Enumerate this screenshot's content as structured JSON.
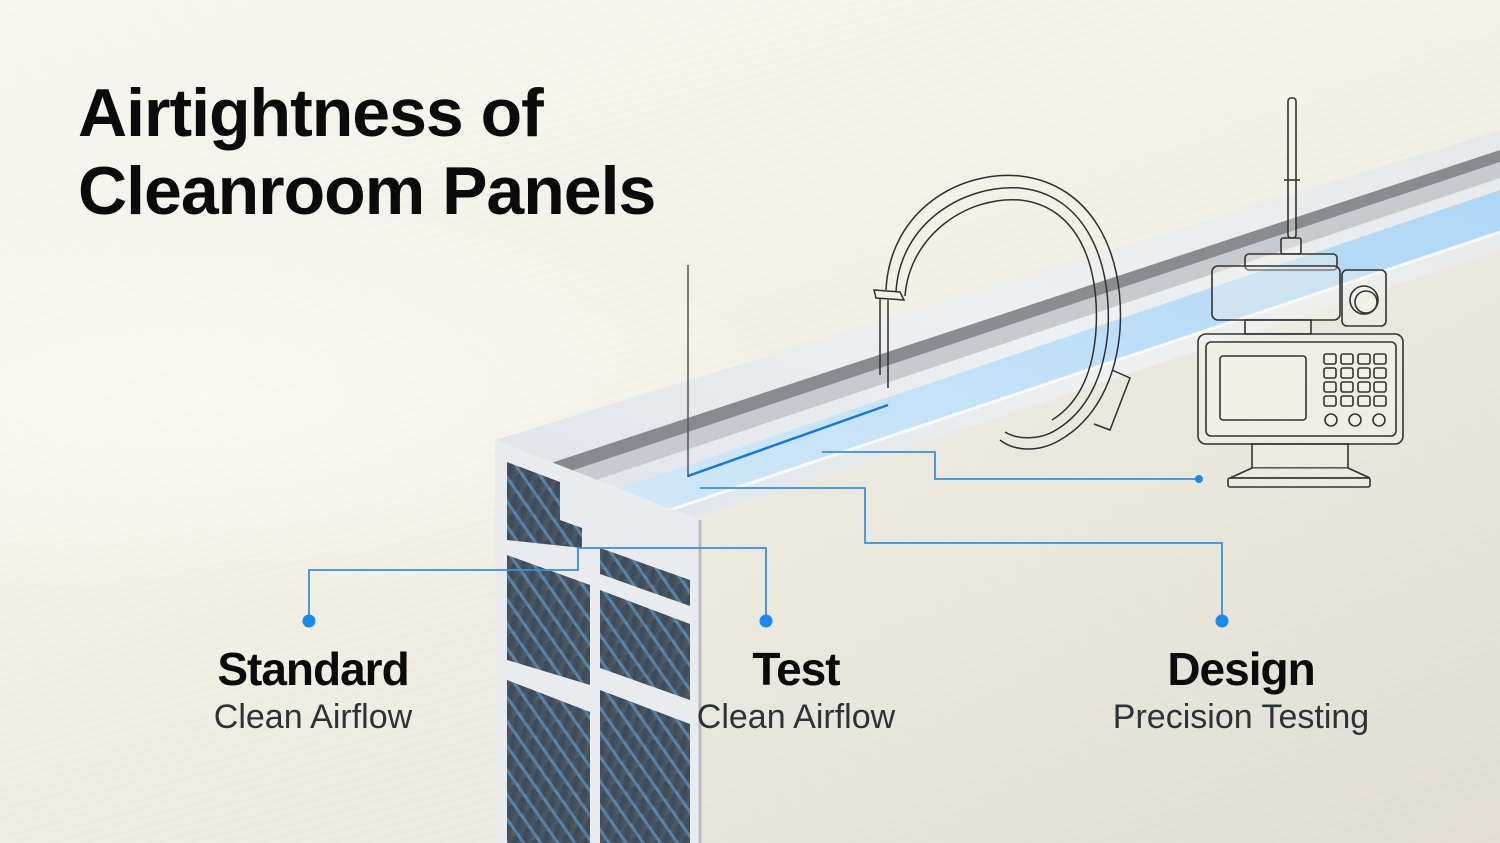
{
  "title": {
    "line1": "Airtightness of",
    "line2": "Cleanroom Panels"
  },
  "callouts": [
    {
      "label": "Standard",
      "sub": "Clean Airflow"
    },
    {
      "label": "Test",
      "sub": "Clean Airflow"
    },
    {
      "label": "Design",
      "sub": "Precision Testing"
    }
  ],
  "illustration": {
    "subject": "aluminum-cleanroom-panel-profile",
    "seal_icon": "seal-clip-icon",
    "device_icon": "airtightness-tester-icon"
  },
  "colors": {
    "background": "#f3f0e5",
    "accent_blue": "#1b8ae6",
    "seal_blue": "#bfe0fa",
    "title_text": "#0b0b0b",
    "subtitle_text": "#2e3238",
    "line_art": "#3a3a3a"
  }
}
